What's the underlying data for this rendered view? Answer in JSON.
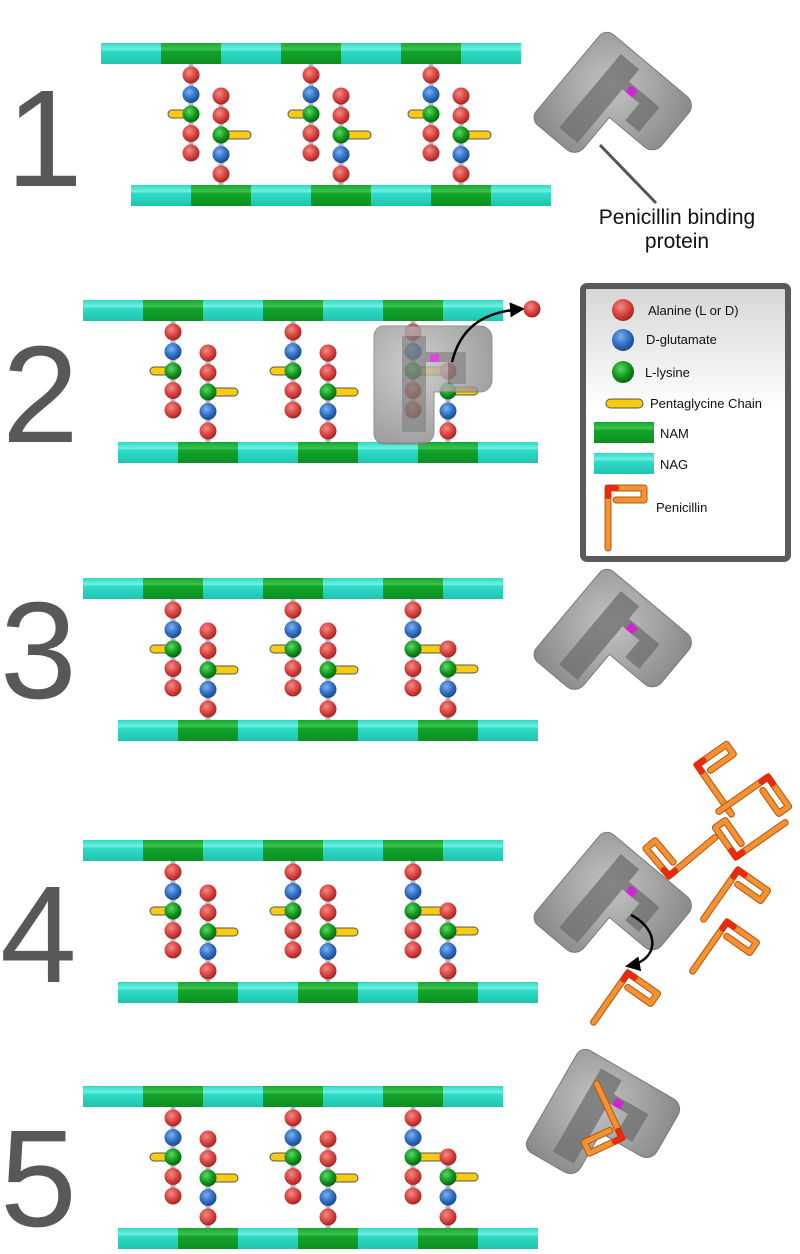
{
  "steps": [
    {
      "number": "1"
    },
    {
      "number": "2"
    },
    {
      "number": "3"
    },
    {
      "number": "4"
    },
    {
      "number": "5"
    }
  ],
  "pbp_label": {
    "line1": "Penicillin binding",
    "line2": "protein"
  },
  "legend": {
    "items": [
      {
        "icon": "alanine-ball-icon",
        "label": "Alanine (L or D)"
      },
      {
        "icon": "d-glutamate-ball-icon",
        "label": "D-glutamate"
      },
      {
        "icon": "l-lysine-ball-icon",
        "label": "L-lysine"
      },
      {
        "icon": "pentaglycine-chain-icon",
        "label": "Pentaglycine Chain"
      },
      {
        "icon": "nam-bar-icon",
        "label": "NAM"
      },
      {
        "icon": "nag-bar-icon",
        "label": "NAG"
      },
      {
        "icon": "penicillin-icon",
        "label": "Penicillin"
      }
    ]
  },
  "colors": {
    "alanine": "#d9423f",
    "glutamate": "#2f6fc4",
    "lysine": "#119a1c",
    "pentaglycine": "#f7cc10",
    "nam": "#12a52a",
    "nag": "#2fdcc8",
    "penicillin": "#f39233",
    "penicillin_ring": "#e8280f",
    "active_site": "#d421d4",
    "pbp": "#8f8f8f",
    "numbers": "#585858"
  }
}
